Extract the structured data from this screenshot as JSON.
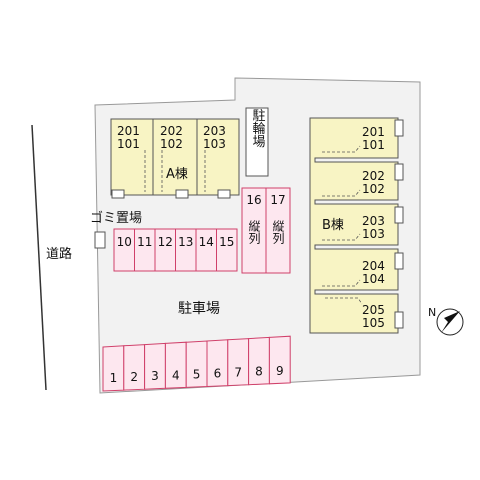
{
  "road_label": "道路",
  "garbage_label": "ゴミ置場",
  "parking_label": "駐車場",
  "bicycle_label": "駐輪場",
  "north_label": "N",
  "building_a": {
    "label": "A棟",
    "units": [
      {
        "upper": "201",
        "lower": "101"
      },
      {
        "upper": "202",
        "lower": "102"
      },
      {
        "upper": "203",
        "lower": "103"
      }
    ]
  },
  "building_b": {
    "label": "B棟",
    "units": [
      {
        "upper": "201",
        "lower": "101"
      },
      {
        "upper": "202",
        "lower": "102"
      },
      {
        "upper": "203",
        "lower": "103"
      },
      {
        "upper": "204",
        "lower": "104"
      },
      {
        "upper": "205",
        "lower": "105"
      }
    ]
  },
  "parking_row_bottom": [
    "1",
    "2",
    "3",
    "4",
    "5",
    "6",
    "7",
    "8",
    "9"
  ],
  "parking_row_middle": [
    "10",
    "11",
    "12",
    "13",
    "14",
    "15"
  ],
  "parking_vertical": [
    {
      "number": "16",
      "note": "縦列"
    },
    {
      "number": "17",
      "note": "縦列"
    }
  ],
  "colors": {
    "building_fill": "#f8f4c4",
    "parking_fill": "#fde7ef",
    "parking_stroke": "#d0406a",
    "site_fill": "#f2f2f2"
  }
}
